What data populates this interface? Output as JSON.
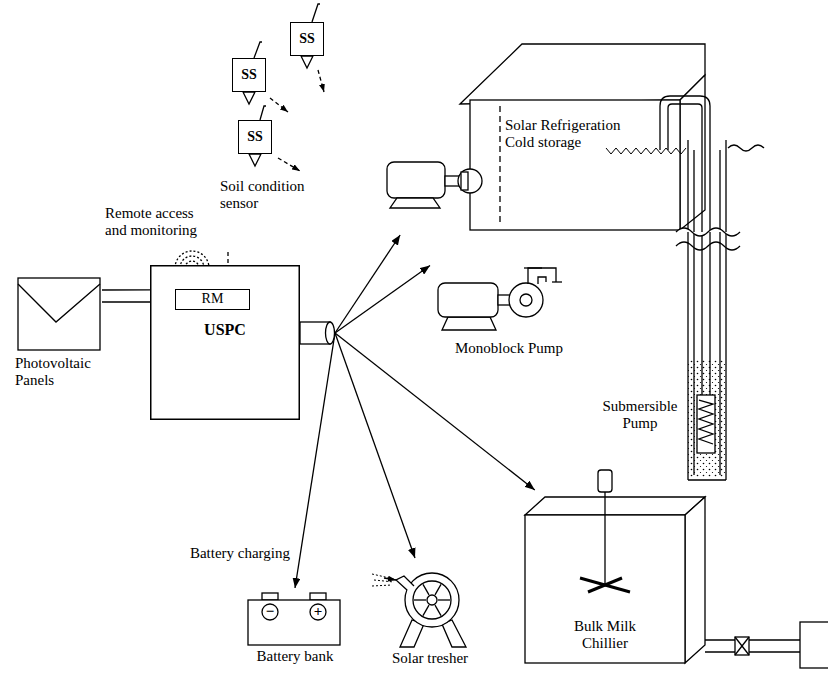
{
  "diagram": {
    "nodes": [
      {
        "text": [
          "SS"
        ]
      },
      {
        "text": [
          "SS"
        ]
      },
      {
        "text": [
          "SS"
        ]
      },
      {
        "text": [
          "Solar Refrigeration Cold storage"
        ]
      },
      {
        "text": [
          "Photovoltaic Panels"
        ]
      },
      {
        "text": [
          "USPC"
        ]
      },
      {
        "text": [
          "RM"
        ],
        "in": 5
      },
      {
        "text": [
          "Monoblock Pump"
        ]
      },
      {
        "text": [
          "Submersible Pump"
        ]
      },
      {
        "text": [
          "Battery bank"
        ]
      },
      {
        "text": [
          "Solar tresher"
        ]
      },
      {
        "text": [
          "Bulk Milk Chillier"
        ]
      }
    ],
    "edges": [
      {
        "from": 4,
        "to": 5,
        "arrow": "none"
      },
      {
        "from": 5,
        "to": 3,
        "arrow": "to"
      },
      {
        "from": 5,
        "to": 7,
        "arrow": "to"
      },
      {
        "from": 5,
        "to": 9,
        "arrow": "to",
        "label": "Battery charging"
      },
      {
        "from": 5,
        "to": 10,
        "arrow": "to"
      },
      {
        "from": 5,
        "to": 11,
        "arrow": "to"
      }
    ],
    "labels": [
      "Soil condition sensor",
      "Remote access and monitoring",
      "−",
      "+"
    ]
  }
}
